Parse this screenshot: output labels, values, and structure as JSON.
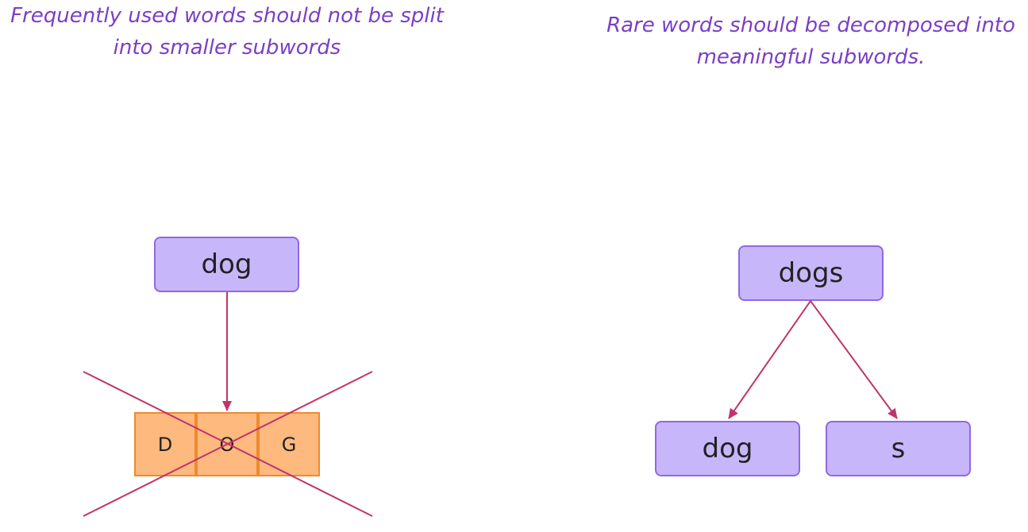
{
  "left_panel": {
    "caption": [
      "Frequently used words should not be split",
      "into smaller subwords"
    ],
    "word": "dog",
    "characters": [
      "D",
      "O",
      "G"
    ]
  },
  "right_panel": {
    "caption": [
      "Rare words should be decomposed into",
      "meaningful subwords."
    ],
    "word": "dogs",
    "subwords": [
      "dog",
      "s"
    ]
  },
  "colors": {
    "caption_text": "#7b3fc4",
    "word_box_fill": "#c8b6fb",
    "word_box_border": "#9068e3",
    "char_box_fill": "#fdb97e",
    "char_box_border": "#ef8a2e",
    "arrow": "#c2336b"
  }
}
